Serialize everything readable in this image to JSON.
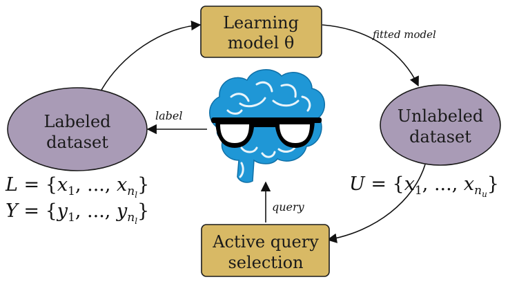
{
  "nodes": {
    "learning_model": {
      "line1": "Learning",
      "line2": "model θ"
    },
    "labeled_dataset": {
      "line1": "Labeled",
      "line2": "dataset"
    },
    "unlabeled_dataset": {
      "line1": "Unlabeled",
      "line2": "dataset"
    },
    "active_query": {
      "line1": "Active query",
      "line2": "selection"
    }
  },
  "edge_labels": {
    "fitted_model": "fitted model",
    "label": "label",
    "query": "query"
  },
  "formulas": {
    "labeled_L": {
      "lhs": "L",
      "eq": " = {",
      "x1": "x",
      "sub1": "1",
      "dots": ", ..., ",
      "xn": "x",
      "subn": "n",
      "subsub": "l",
      "close": "}"
    },
    "labeled_Y": {
      "lhs": "Y",
      "eq": " = {",
      "x1": "y",
      "sub1": "1",
      "dots": ", ..., ",
      "xn": "y",
      "subn": "n",
      "subsub": "l",
      "close": "}"
    },
    "unlabeled_U": {
      "lhs": "U",
      "eq": " = {",
      "x1": "x",
      "sub1": "1",
      "dots": ", ..., ",
      "xn": "x",
      "subn": "n",
      "subsub": "u",
      "close": "}"
    }
  },
  "icons": {
    "center": "brain-with-glasses-icon"
  },
  "colors": {
    "box_fill": "#D8B965",
    "box_stroke": "#1a1a1a",
    "ellipse_fill": "#A99BB6",
    "brain": "#1F97D6",
    "glasses": "#000000"
  }
}
